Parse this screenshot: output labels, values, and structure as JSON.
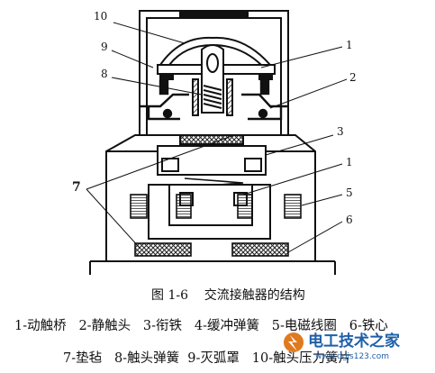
{
  "figure": {
    "caption": "图 1-6    交流接触器的结构",
    "callouts": [
      "10",
      "9",
      "8",
      "1",
      "2",
      "3",
      "1",
      "7",
      "5",
      "6"
    ],
    "legend_line1": "1-动触桥   2-静触头   3-衔铁   4-缓冲弹簧   5-电磁线圈   6-铁心",
    "legend_line2": "7-垫毡   8-触头弹簧  9-灭弧罩   10-触头压力簧片"
  },
  "watermark": {
    "text": "电工技术之家",
    "url": "www.dgjs123.com",
    "colors": {
      "accent": "#e07a1f",
      "text": "#1e5fa8"
    }
  },
  "colors": {
    "ink": "#111111",
    "hatch": "#222222"
  }
}
